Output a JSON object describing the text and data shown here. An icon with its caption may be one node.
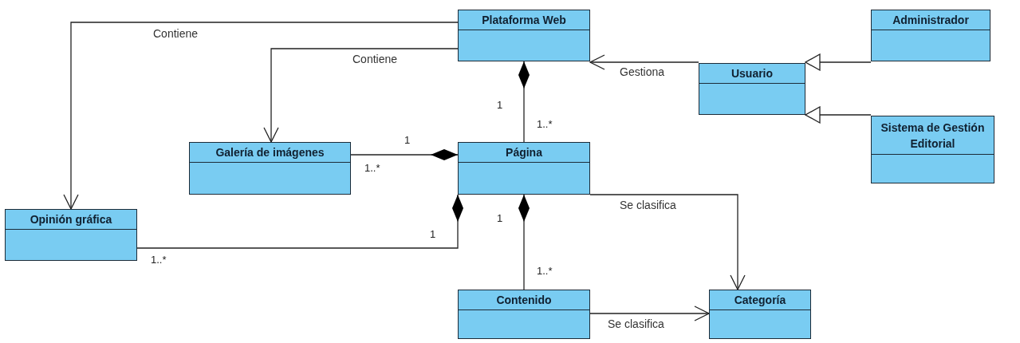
{
  "diagram": {
    "nodes": [
      {
        "text": [
          "Plataforma Web"
        ]
      },
      {
        "text": [
          "Administrador"
        ]
      },
      {
        "text": [
          "Usuario"
        ]
      },
      {
        "text": [
          "Galería de imágenes"
        ]
      },
      {
        "text": [
          "Página"
        ]
      },
      {
        "text": [
          "Sistema de Gestión Editorial"
        ]
      },
      {
        "text": [
          "Opinión gráfica"
        ]
      },
      {
        "text": [
          "Contenido"
        ]
      },
      {
        "text": [
          "Categoría"
        ]
      }
    ],
    "edges": [
      {
        "from": 0,
        "to": 6,
        "arrow": "to",
        "label": "Contiene"
      },
      {
        "from": 0,
        "to": 3,
        "arrow": "to",
        "label": "Contiene"
      },
      {
        "from": 2,
        "to": 0,
        "arrow": "to",
        "label": "Gestiona"
      },
      {
        "from": 1,
        "to": 2,
        "arrow": "to"
      },
      {
        "from": 5,
        "to": 2,
        "arrow": "to"
      },
      {
        "from": 4,
        "to": 0,
        "arrow": "other"
      },
      {
        "from": 3,
        "to": 4,
        "arrow": "other"
      },
      {
        "from": 6,
        "to": 4,
        "arrow": "other"
      },
      {
        "from": 7,
        "to": 4,
        "arrow": "other"
      },
      {
        "from": 4,
        "to": 8,
        "arrow": "to",
        "label": "Se clasifica"
      },
      {
        "from": 7,
        "to": 8,
        "arrow": "to",
        "label": "Se clasifica"
      }
    ],
    "labels": [
      "1",
      "1..*",
      "1",
      "1..*",
      "1",
      "1..*",
      "1",
      "1..*"
    ]
  }
}
